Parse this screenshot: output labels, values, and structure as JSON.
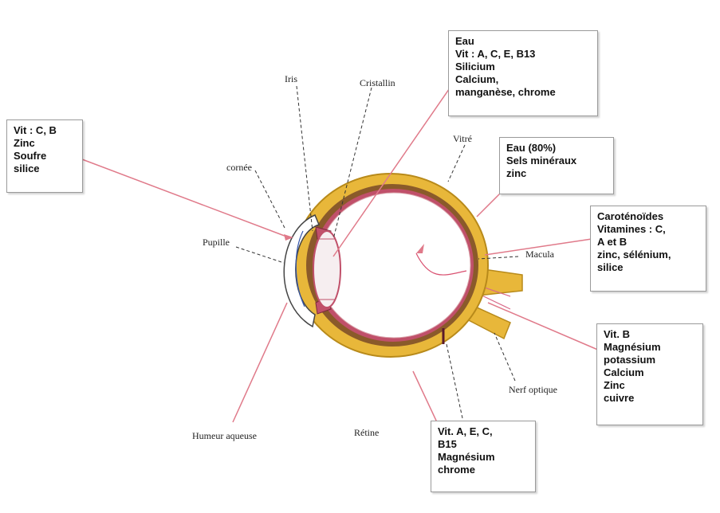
{
  "boxes": {
    "cornea": [
      "Vit : C, B",
      "Zinc",
      "Soufre",
      "silice"
    ],
    "lens": [
      "Eau",
      "Vit : A, C, E, B13",
      "Silicium",
      "Calcium,",
      "manganèse, chrome"
    ],
    "vitreous": [
      "Eau (80%)",
      "Sels minéraux",
      "zinc"
    ],
    "macula": [
      "Caroténoïdes",
      "Vitamines : C,",
      "A et B",
      "zinc, sélénium,",
      "silice"
    ],
    "optic_nerve": [
      "Vit. B",
      "Magnésium",
      "potassium",
      "Calcium",
      "Zinc",
      "cuivre"
    ],
    "retina": [
      "Vit. A, E, C,",
      "B15",
      "Magnésium",
      "chrome"
    ]
  },
  "labels": {
    "iris": "Iris",
    "crystallin": "Cristallin",
    "vitreous": "Vitré",
    "cornea": "cornée",
    "pupil": "Pupille",
    "macula": "Macula",
    "optic_nerve": "Nerf optique",
    "retina": "Rétine",
    "aqueous": "Humeur aqueuse"
  },
  "colors": {
    "sclera": "#e8b73a",
    "sclera_edge": "#b88a1a",
    "choroid": "#8a5a2a",
    "pointer": "#e07a8a",
    "dashed": "#333333"
  }
}
